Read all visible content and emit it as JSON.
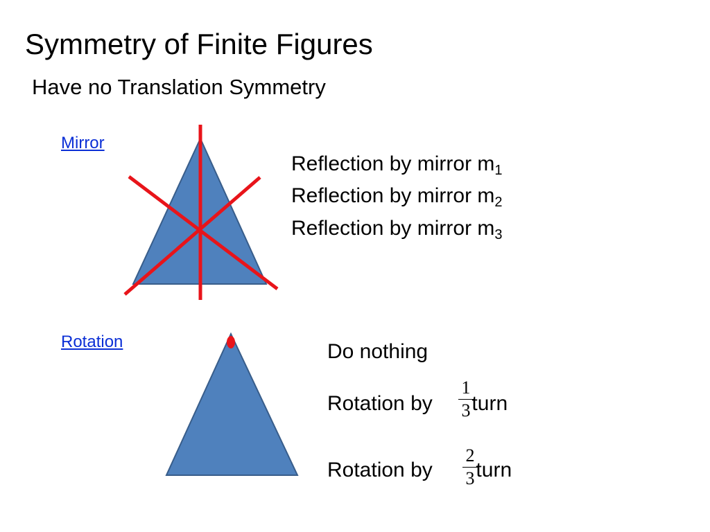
{
  "slide": {
    "title": "Symmetry of Finite Figures",
    "subtitle": "Have no Translation Symmetry"
  },
  "links": {
    "mirror": "Mirror ",
    "rotation": "Rotation"
  },
  "reflections": [
    {
      "text": "Reflection by mirror m",
      "sub": "1"
    },
    {
      "text": "Reflection by mirror m",
      "sub": "2"
    },
    {
      "text": "Reflection by mirror m",
      "sub": "3"
    }
  ],
  "rotations": {
    "identity": "Do nothing",
    "first": {
      "prefix": "Rotation by ",
      "numerator": "1",
      "denominator": "3",
      "suffix": " turn"
    },
    "second": {
      "prefix": "Rotation by ",
      "numerator": "2",
      "denominator": "3",
      "suffix": " turn"
    }
  },
  "colors": {
    "triangle_fill": "#4f81bd",
    "triangle_stroke": "#385d8a",
    "mirror_lines": "#e8141a",
    "marker": "#e8141a",
    "link": "#0b2fd6"
  }
}
